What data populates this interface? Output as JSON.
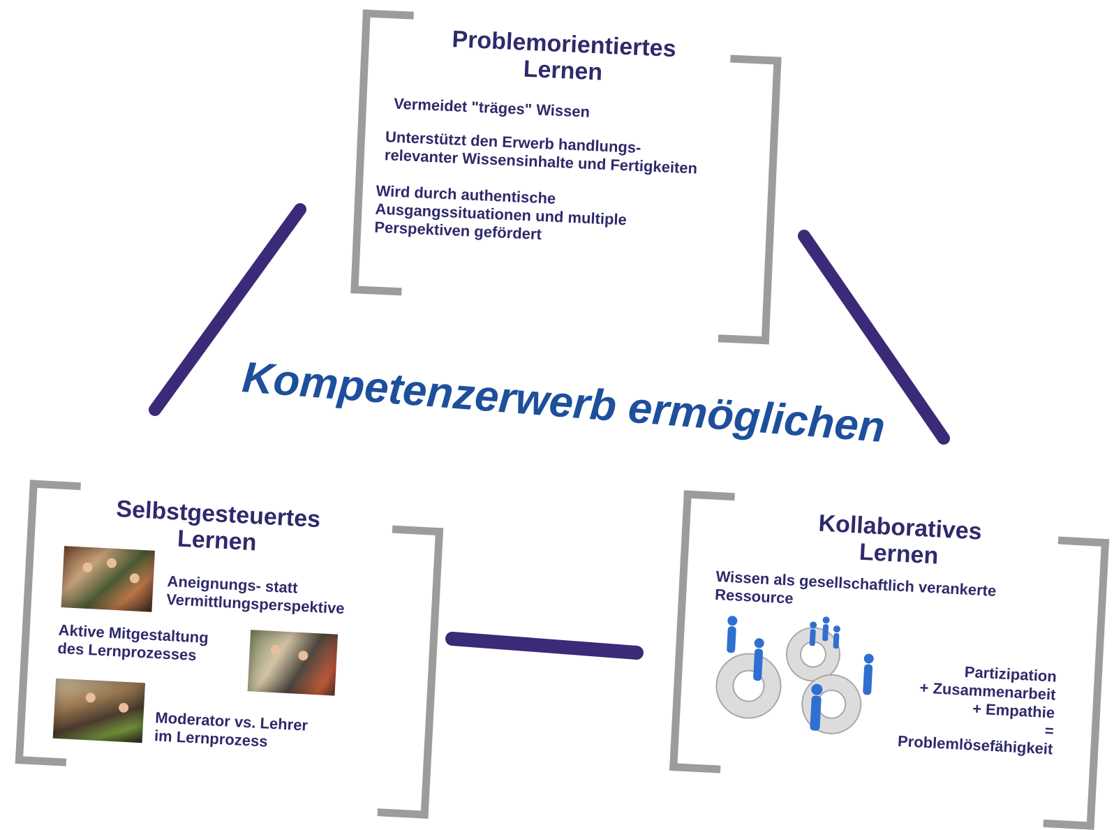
{
  "main_title": "Kompetenzerwerb ermöglichen",
  "colors": {
    "title": "#1d4f9c",
    "text": "#2e2a6b",
    "connector": "#3b2a78",
    "bracket": "#9c9c9c",
    "figures": "#2f6fd1"
  },
  "top": {
    "heading_line1": "Problemorientiertes",
    "heading_line2": "Lernen",
    "items": [
      "Vermeidet \"träges\" Wissen",
      "Unterstützt den Erwerb handlungs-",
      "relevanter Wissensinhalte und Fertigkeiten",
      "Wird durch authentische",
      "Ausgangssituationen und multiple",
      "Perspektiven gefördert"
    ]
  },
  "left": {
    "heading_line1": "Selbstgesteuertes",
    "heading_line2": "Lernen",
    "items": [
      "Aneignungs- statt",
      "Vermittlungsperspektive",
      "Aktive Mitgestaltung",
      "des Lernprozesses",
      "Moderator vs. Lehrer",
      "im Lernprozess"
    ]
  },
  "right": {
    "heading_line1": "Kollaboratives",
    "heading_line2": "Lernen",
    "intro_line1": "Wissen als gesellschaftlich verankerte",
    "intro_line2": "Ressource",
    "formula": [
      "Partizipation",
      "+ Zusammenarbeit",
      "+ Empathie",
      "=",
      "Problemlösefähigkeit"
    ]
  },
  "illustrations": {
    "left_photos": [
      "group-workshop-photo",
      "laptop-group-photo",
      "classroom-photo"
    ],
    "right_graphic": "gears-with-people-icon"
  }
}
